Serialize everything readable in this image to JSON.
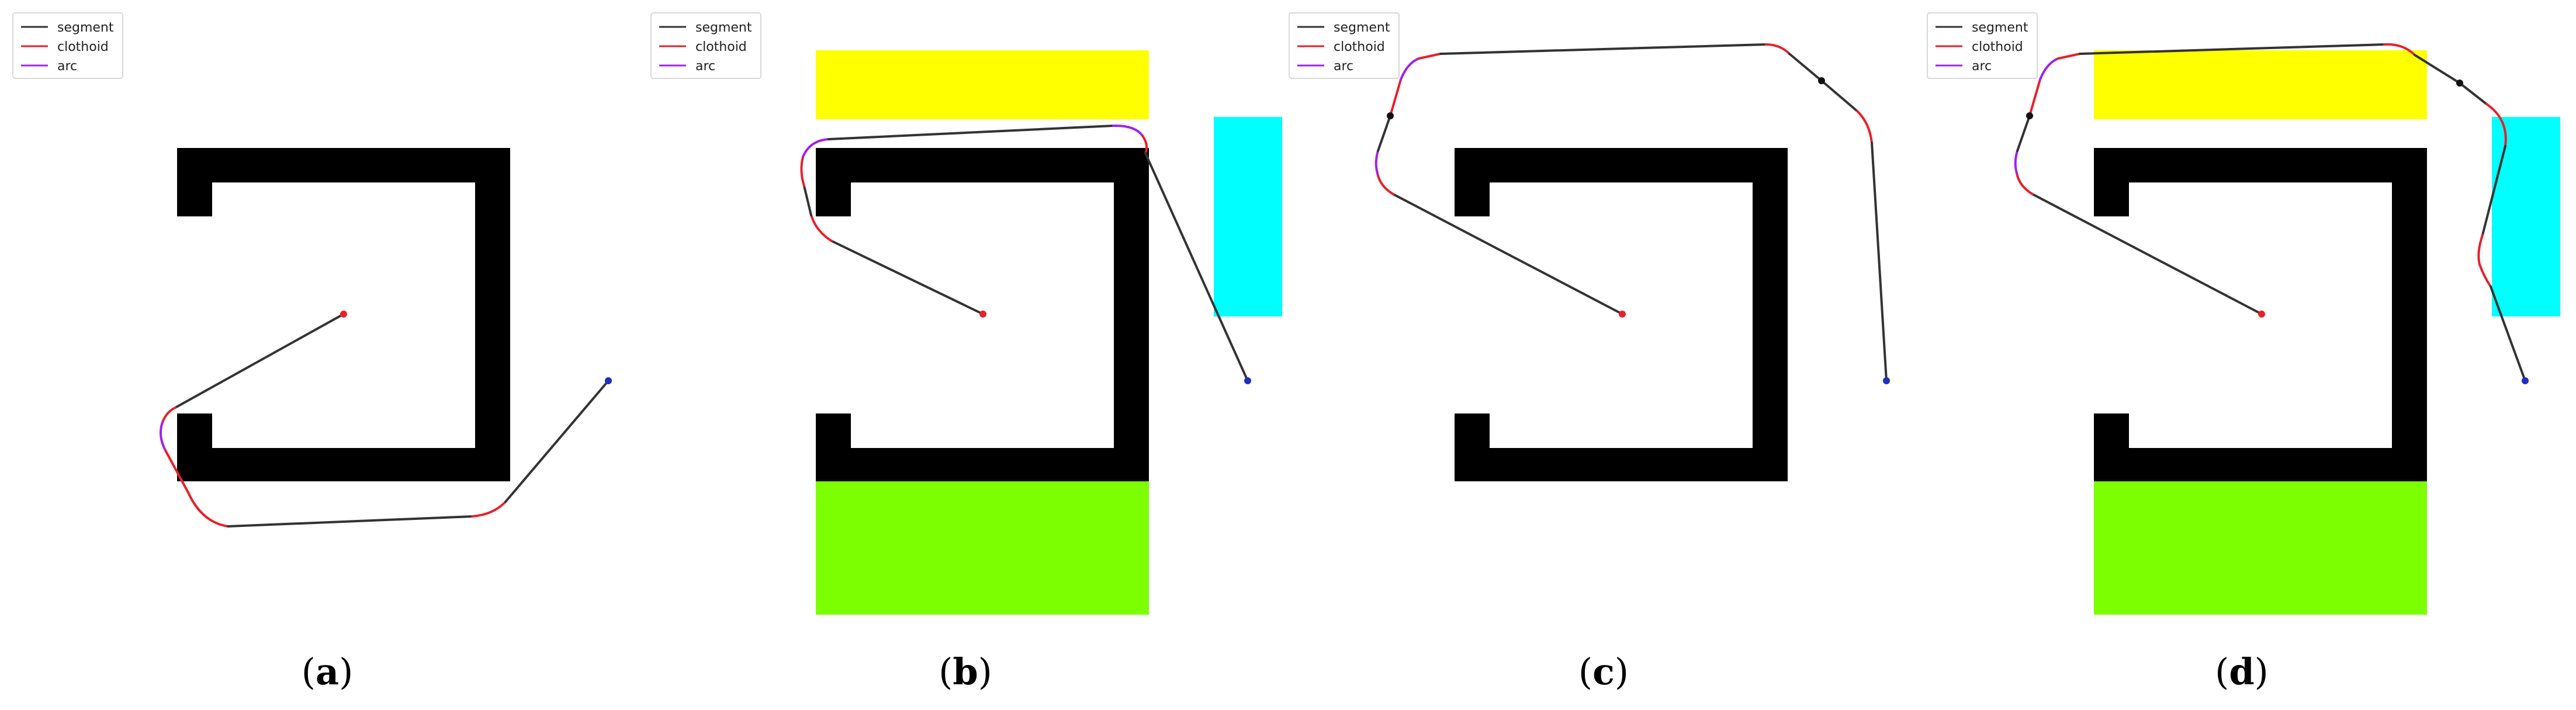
{
  "legend": [
    {
      "label": "segment",
      "color": "#333333"
    },
    {
      "label": "clothoid",
      "color": "#e8202a"
    },
    {
      "label": "arc",
      "color": "#a020f0"
    }
  ],
  "colors": {
    "wall": "#000000",
    "start": "#e8202a",
    "goal": "#1d2fbf",
    "waypoint": "#111111",
    "region_yellow": "#ffff00",
    "region_cyan": "#00ffff",
    "region_green": "#7cff00"
  },
  "panels": [
    {
      "id": "a",
      "caption_open": "(",
      "caption_letter": "a",
      "caption_close": ")"
    },
    {
      "id": "b",
      "caption_open": "(",
      "caption_letter": "b",
      "caption_close": ")"
    },
    {
      "id": "c",
      "caption_open": "(",
      "caption_letter": "c",
      "caption_close": ")"
    },
    {
      "id": "d",
      "caption_open": "(",
      "caption_letter": "d",
      "caption_close": ")"
    }
  ]
}
